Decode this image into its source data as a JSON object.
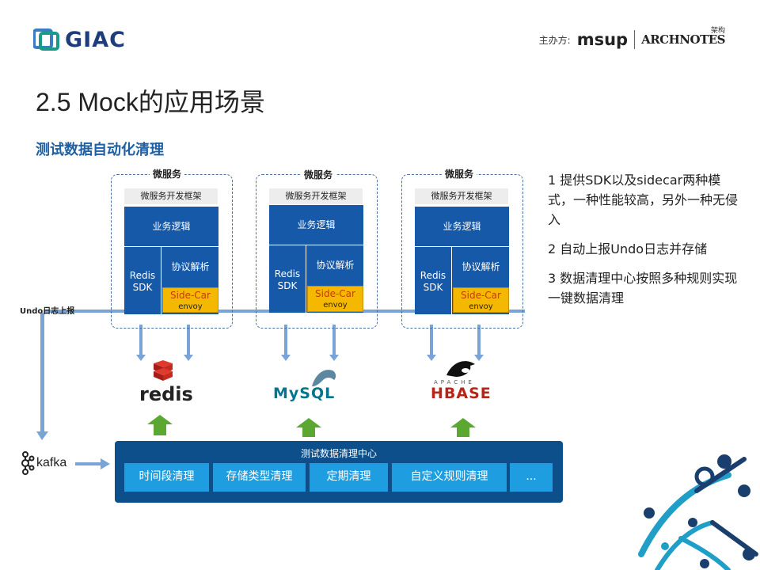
{
  "header": {
    "logo_text": "GIAC",
    "sponsor_label": "主办方:",
    "sponsor_msup": "msup",
    "sponsor_archnotes": "ARCHNOTES",
    "sponsor_archnotes_cn": "架构"
  },
  "slide": {
    "title": "2.5 Mock的应用场景",
    "subtitle": "测试数据自动化清理"
  },
  "services": [
    {
      "label": "微服务",
      "framework": "微服务开发框架",
      "business": "业务逻辑",
      "redis_sdk_1": "Redis",
      "redis_sdk_2": "SDK",
      "protocol": "协议解析",
      "sidecar": "Side-Car",
      "envoy": "envoy"
    },
    {
      "label": "微服务",
      "framework": "微服务开发框架",
      "business": "业务逻辑",
      "redis_sdk_1": "Redis",
      "redis_sdk_2": "SDK",
      "protocol": "协议解析",
      "sidecar": "Side-Car",
      "envoy": "envoy"
    },
    {
      "label": "微服务",
      "framework": "微服务开发框架",
      "business": "业务逻辑",
      "redis_sdk_1": "Redis",
      "redis_sdk_2": "SDK",
      "protocol": "协议解析",
      "sidecar": "Side-Car",
      "envoy": "envoy"
    }
  ],
  "undo_label": "Undo日志上报",
  "datastores": [
    "redis",
    "MySQL",
    "HBASE"
  ],
  "datastore_sub": {
    "hbase_top": "APACHE"
  },
  "kafka_label": "kafka",
  "center": {
    "title": "测试数据清理中心",
    "buttons": [
      "时间段清理",
      "存储类型清理",
      "定期清理",
      "自定义规则清理",
      "..."
    ]
  },
  "notes": [
    "1 提供SDK以及sidecar两种模式，一种性能较高，另外一种无侵入",
    "2 自动上报Undo日志并存储",
    "3 数据清理中心按照多种规则实现一键数据清理"
  ],
  "colors": {
    "dark_blue": "#1559a8",
    "navy": "#0c4f8a",
    "light_blue": "#1e9ee0",
    "sidecar": "#f5b800",
    "arrow_green": "#5aa832",
    "title_blue": "#1f5fa3"
  }
}
